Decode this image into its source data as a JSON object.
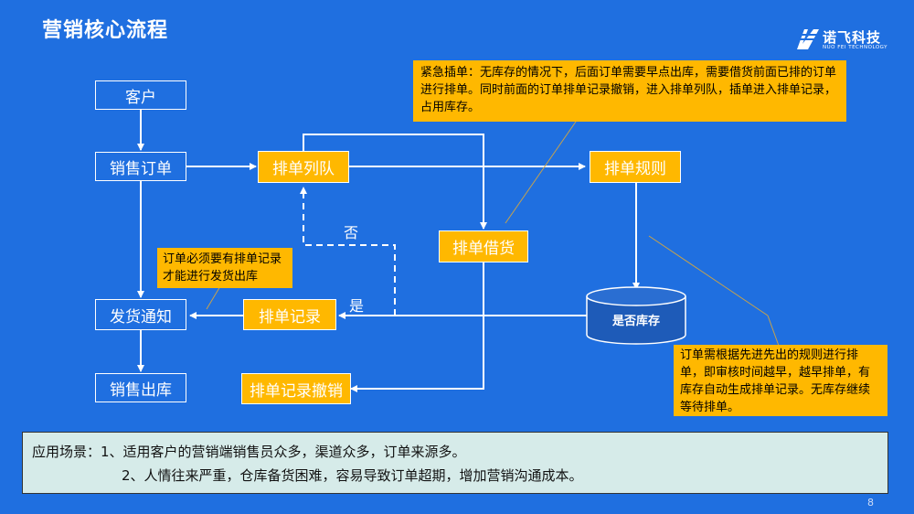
{
  "header": {
    "title": "营销核心流程",
    "logo_text": "诺飞科技",
    "logo_sub": "NUO FEI TECHNOLOGY"
  },
  "nodes": {
    "customer": "客户",
    "sales_order": "销售订单",
    "delivery_notice": "发货通知",
    "sales_outbound": "销售出库",
    "queue": "排单列队",
    "rules": "排单规则",
    "borrow": "排单借货",
    "record": "排单记录",
    "record_cancel": "排单记录撤销",
    "stock_check": "是否库存"
  },
  "edge_labels": {
    "no": "否",
    "yes": "是"
  },
  "notes": {
    "urgent": "紧急插单：无库存的情况下，后面订单需要早点出库，需要借货前面已排的订单进行排单。同时前面的订单排单记录撤销，进入排单列队，插单进入排单记录，占用库存。",
    "must_record": "订单必须要有排单记录才能进行发货出库",
    "fifo": "订单需根据先进先出的规则进行排单，即审核时间越早，越早排单，有库存自动生成排单记录。无库存继续等待排单。"
  },
  "scenario": {
    "line1": "应用场景：1、适用客户的营销端销售员众多，渠道众多，订单来源多。",
    "line2": "2、人情往来严重，仓库备货困难，容易导致订单超期，增加营销沟通成本。"
  },
  "page_number": "8"
}
